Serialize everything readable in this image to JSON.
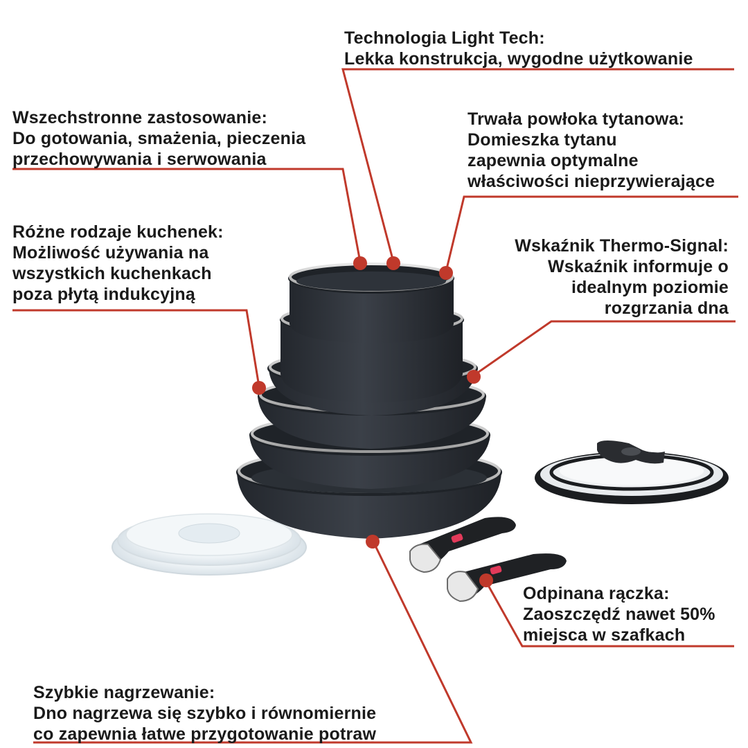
{
  "accent_color": "#c0392b",
  "features": {
    "light_tech": {
      "title": "Technologia Light Tech:",
      "lines": [
        "Lekka konstrukcja, wygodne użytkowanie"
      ]
    },
    "versatile_use": {
      "title": "Wszechstronne zastosowanie:",
      "lines": [
        "Do gotowania, smażenia, pieczenia",
        "przechowywania i serwowania"
      ]
    },
    "titanium_coating": {
      "title": "Trwała powłoka tytanowa:",
      "lines": [
        "Domieszka tytanu",
        "zapewnia optymalne",
        "właściwości nieprzywierające"
      ]
    },
    "stove_types": {
      "title": "Różne rodzaje kuchenek:",
      "lines": [
        "Możliwość używania na",
        "wszystkich kuchenkach",
        "poza płytą indukcyjną"
      ]
    },
    "thermo_signal": {
      "title": "Wskaźnik Thermo-Signal:",
      "lines": [
        "Wskaźnik informuje o",
        "idealnym poziomie",
        "rozgrzania dna"
      ]
    },
    "detachable_handle": {
      "title": "Odpinana rączka:",
      "lines": [
        "Zaoszczędź nawet 50%",
        "miejsca w szafkach"
      ]
    },
    "fast_heating": {
      "title": "Szybkie nagrzewanie:",
      "lines": [
        "Dno nagrzewa się szybko i równomiernie",
        "co zapewnia łatwe przygotowanie potraw"
      ]
    }
  },
  "icons": {
    "callout_dot": "red-dot-icon",
    "cookware": "cookware-set-illustration"
  }
}
